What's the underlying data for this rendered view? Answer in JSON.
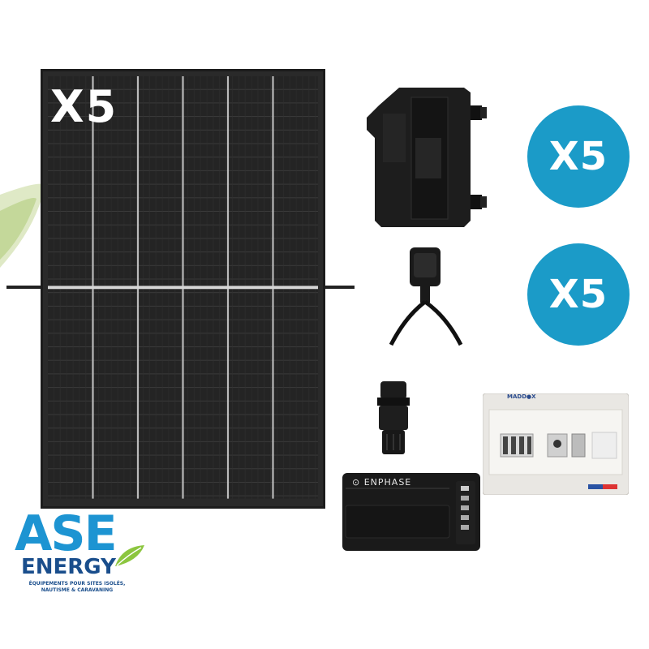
{
  "panel": {
    "quantity_label": "X5"
  },
  "badges": [
    {
      "label": "X5"
    },
    {
      "label": "X5"
    }
  ],
  "gateway": {
    "brand": "⊙ ENPHASE"
  },
  "cabinet": {
    "brand": "MADD●X"
  },
  "logo": {
    "primary": "ASE",
    "secondary": "ENERGY",
    "tagline": "ÉQUIPEMENTS POUR SITES ISOLÉS, NAUTISME & CARAVANING"
  },
  "colors": {
    "badge": "#1b9bc8",
    "logo_blue": "#1d94d2",
    "logo_dark": "#1a4e8c",
    "leaf_green": "#8cc63f"
  }
}
